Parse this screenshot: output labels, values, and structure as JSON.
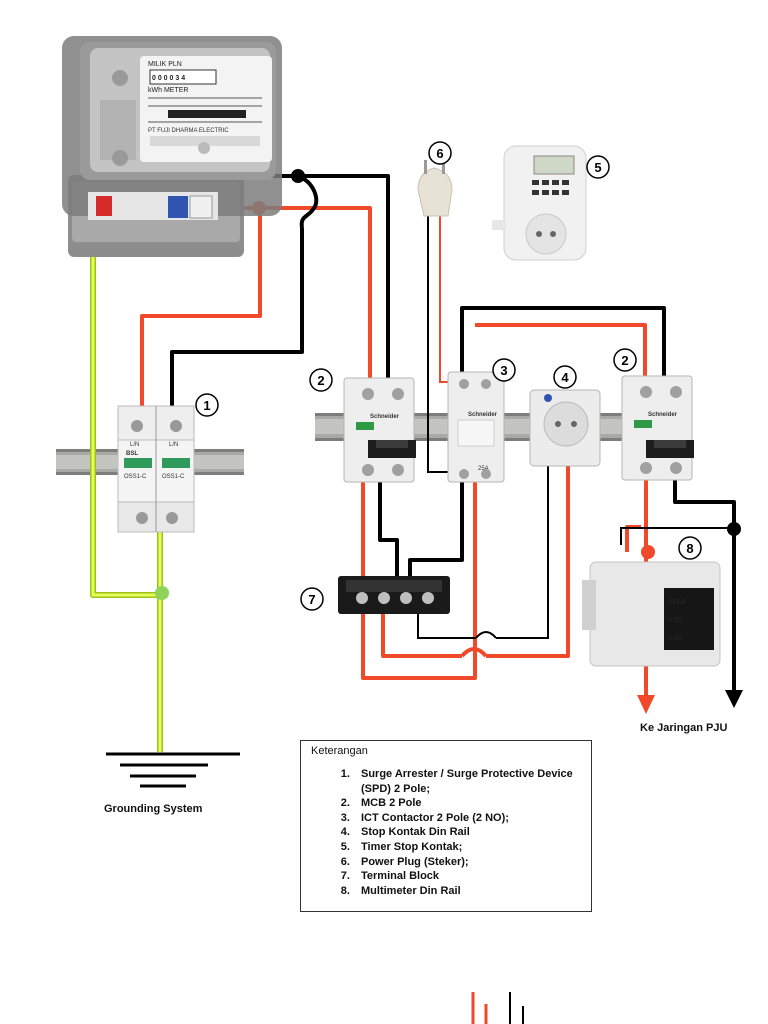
{
  "meter": {
    "brand_label": "MILIK PLN",
    "type_label": "kWh METER",
    "digits": "0 0 0 0 3 4",
    "maker_label": "PT FUJI DHARMA ELECTRIC"
  },
  "callouts": [
    "1",
    "2",
    "3",
    "4",
    "5",
    "6",
    "2",
    "7",
    "8"
  ],
  "labels": {
    "grounding": "Grounding System",
    "pju": "Ke Jaringan PJU"
  },
  "device_text": {
    "spd_brand": "BSL",
    "spd_model": "OSS1-C",
    "spd_terminal": "L/N",
    "mcb_brand": "Schneider",
    "contactor_rating": "25A",
    "multimeter_v": "213.4",
    "multimeter_a": "0.35",
    "multimeter_w": "0.03"
  },
  "legend": {
    "title": "Keterangan",
    "items": [
      "Surge Arrester / Surge Protective Device (SPD) 2 Pole;",
      "MCB 2 Pole",
      "ICT Contactor 2 Pole (2 NO);",
      "Stop Kontak Din Rail",
      "Timer Stop Kontak;",
      "Power Plug (Steker);",
      "Terminal Block",
      "Multimeter Din Rail"
    ]
  },
  "colors": {
    "phase_wire": "#f04a2a",
    "neutral_wire": "#000000",
    "ground_wire": "#c8f04a",
    "din_rail": "#a9aaa5"
  }
}
